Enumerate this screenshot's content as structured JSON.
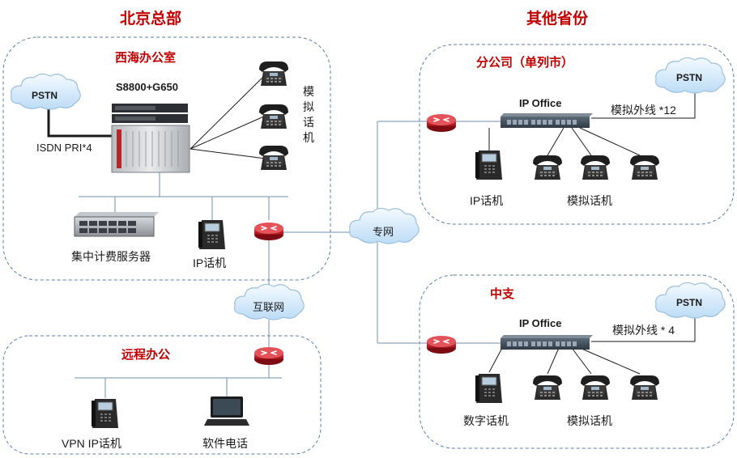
{
  "headers": {
    "hq": "北京总部",
    "provinces": "其他省份"
  },
  "regions": {
    "xihai": "西海办公室",
    "remote": "远程办公",
    "branch": "分公司（单列市）",
    "zhongzhi": "中支"
  },
  "hq": {
    "pbx_model": "S8800+G650",
    "isdn_label": "ISDN PRI*4",
    "pstn": "PSTN",
    "analog_phones_label": "模拟话机",
    "billing_server": "集中计费服务器",
    "ip_phone": "IP话机"
  },
  "networks": {
    "private": "专网",
    "internet": "互联网"
  },
  "remote": {
    "vpn_phone": "VPN IP话机",
    "softphone": "软件电话"
  },
  "branch": {
    "ip_office": "IP  Office",
    "trunk_label": "模拟外线 *12",
    "pstn": "PSTN",
    "ip_phone": "IP话机",
    "analog_phones": "模拟话机"
  },
  "zhongzhi": {
    "ip_office": "IP  Office",
    "trunk_label": "模拟外线 * 4",
    "pstn": "PSTN",
    "digital_phone": "数字话机",
    "analog_phones": "模拟话机"
  },
  "colors": {
    "heading": "#c00000",
    "region_border": "#5a7fa6",
    "link": "#6f8fb0",
    "router": "#c8202a",
    "cloud": "#dbeeff"
  }
}
